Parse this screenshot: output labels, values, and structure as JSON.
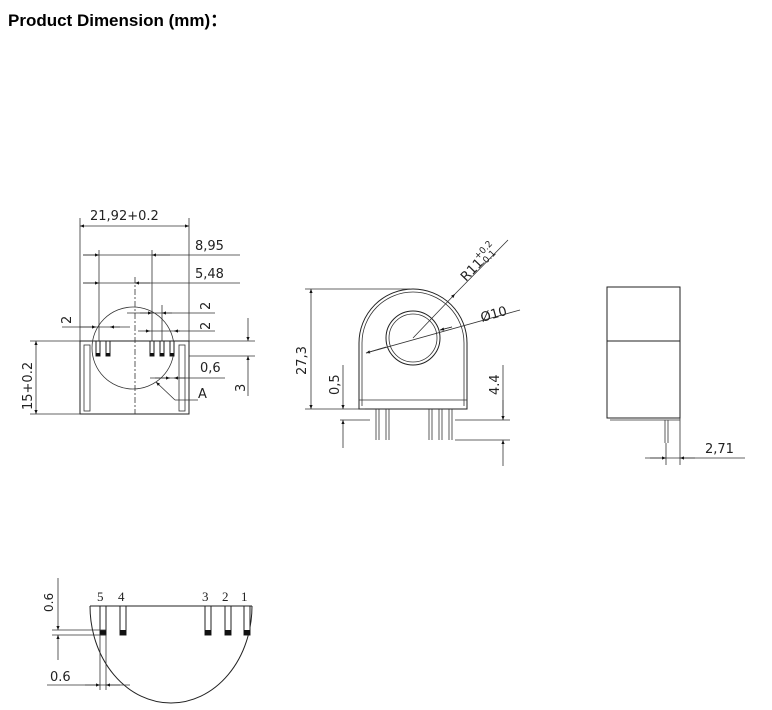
{
  "title": "Product Dimension (mm)：",
  "front_view": {
    "width": "21,92+0.2",
    "pitch_outer": "8,95",
    "pitch_inner": "5,48",
    "pin_spacing_right": "2",
    "pin_spacing_right2": "2",
    "pin_spacing_left": "2",
    "height": "15+0.2",
    "pin_width": "0,6",
    "pin_length": "3",
    "detail_label": "A"
  },
  "side_view": {
    "radius": "R11",
    "radius_tol_plus": "+0.2",
    "radius_tol_minus": "-0.1",
    "hole": "Ø10",
    "height": "27,3",
    "standoff": "0,5",
    "pin_length": "4.4"
  },
  "right_view": {
    "pin_offset": "2,71"
  },
  "bottom_view": {
    "pin_labels": [
      "5",
      "4",
      "3",
      "2",
      "1"
    ],
    "dim_vertical": "0.6",
    "dim_horizontal": "0.6"
  }
}
